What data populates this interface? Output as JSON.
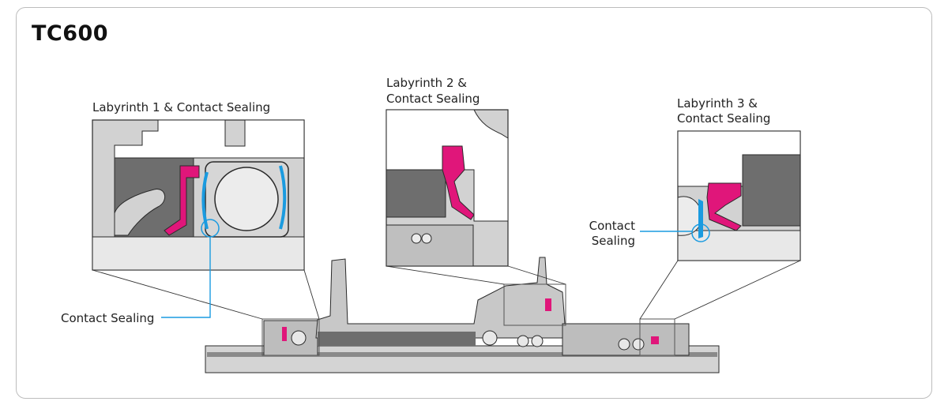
{
  "title": "TC600",
  "callouts": {
    "labyrinth1": "Labyrinth 1 & Contact Sealing",
    "labyrinth2_line1": "Labyrinth 2 &",
    "labyrinth2_line2": "Contact Sealing",
    "labyrinth3_line1": "Labyrinth 3 &",
    "labyrinth3_line2": "Contact Sealing",
    "contact_left": "Contact Sealing",
    "contact_right_line1": "Contact",
    "contact_right_line2": "Sealing"
  },
  "colors": {
    "seal": "#e0167a",
    "contact": "#1a9be0",
    "metal_dark": "#6e6e6e",
    "metal_light": "#d2d2d2",
    "outline": "#2a2a2a"
  }
}
